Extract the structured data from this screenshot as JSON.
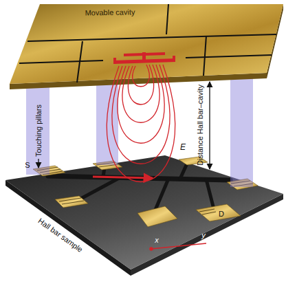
{
  "diagram": {
    "labels": [
      "Movable cavity",
      "Touching pillars",
      "Distance Hall bar–cavity",
      "E",
      "S",
      "D",
      "Hall bar sample",
      "x",
      "y"
    ]
  }
}
